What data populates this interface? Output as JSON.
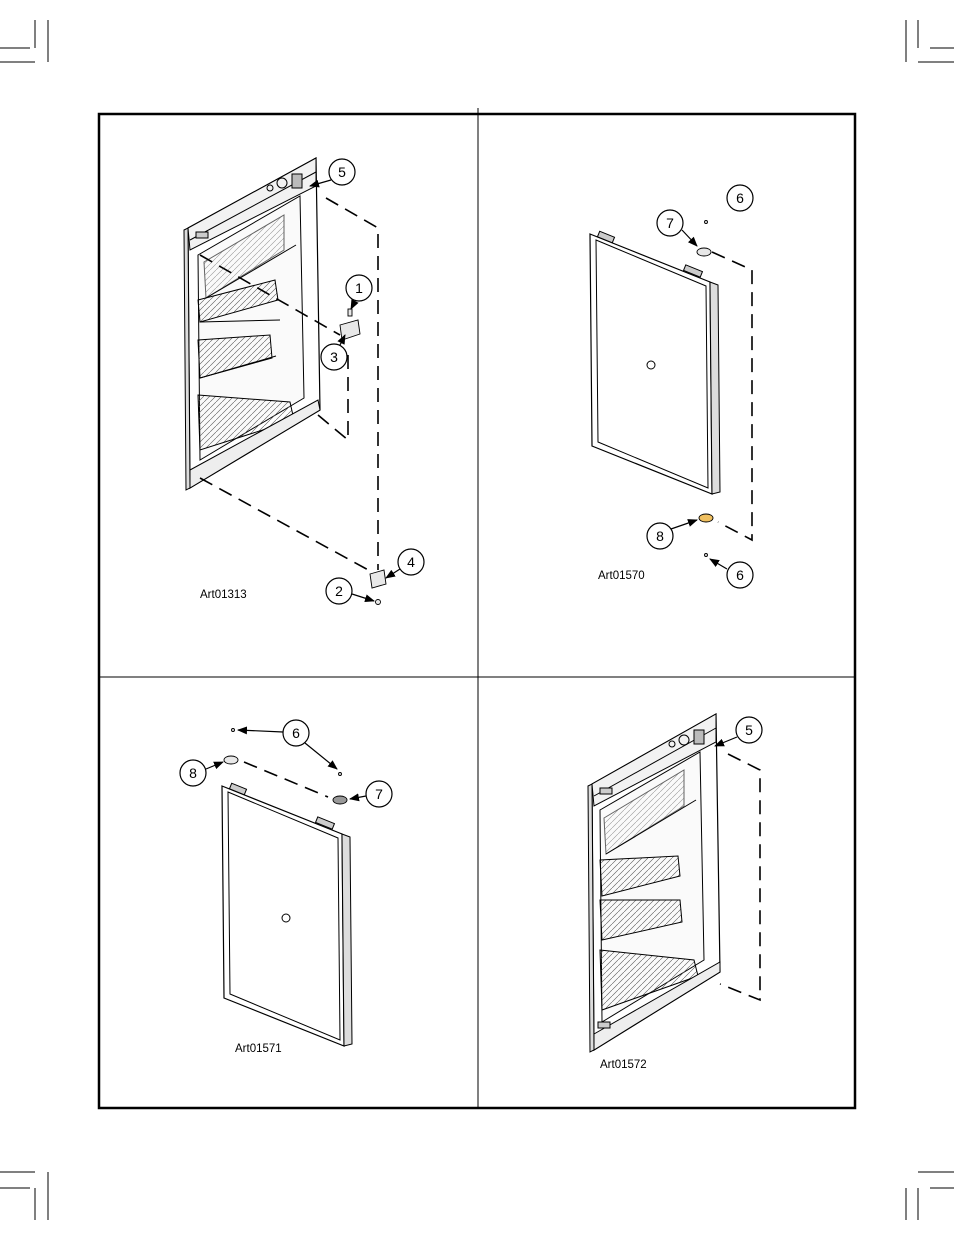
{
  "figure": {
    "panels": [
      {
        "art_id": "Art01313",
        "callouts": [
          "5",
          "1",
          "3",
          "4",
          "2"
        ]
      },
      {
        "art_id": "Art01570",
        "callouts": [
          "6",
          "7",
          "8",
          "6"
        ]
      },
      {
        "art_id": "Art01571",
        "callouts": [
          "6",
          "8",
          "7"
        ]
      },
      {
        "art_id": "Art01572",
        "callouts": [
          "5"
        ]
      }
    ]
  }
}
